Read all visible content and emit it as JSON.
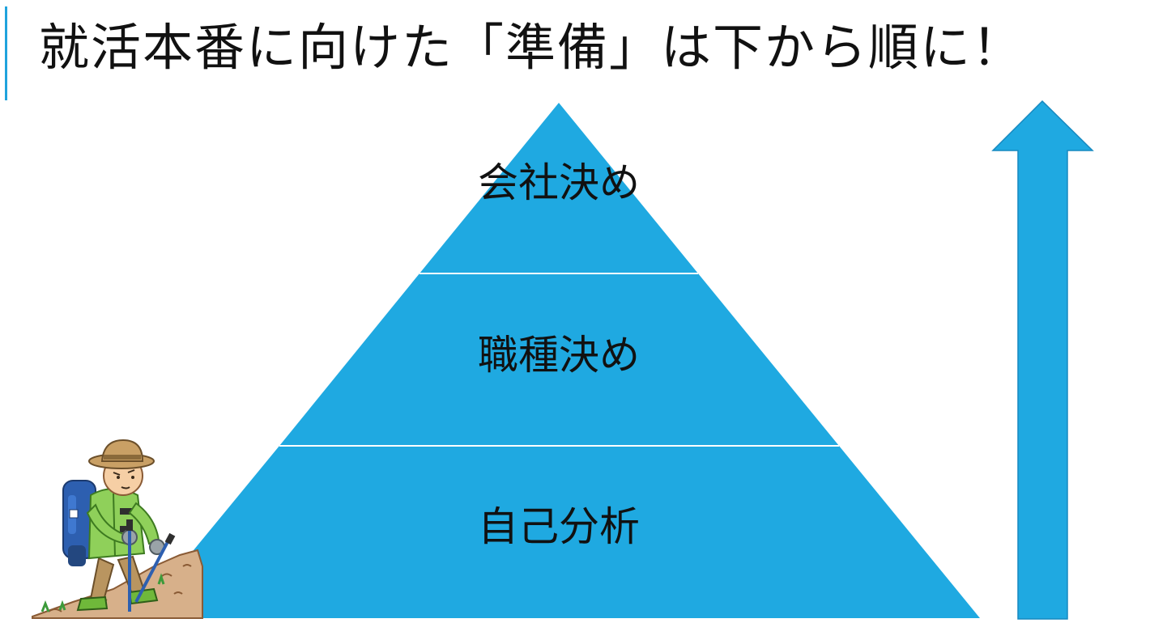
{
  "title": "就活本番に向けた「準備」は下から順に！",
  "pyramid": {
    "levels": [
      {
        "label": "会社決め"
      },
      {
        "label": "職種決め"
      },
      {
        "label": "自己分析"
      }
    ]
  },
  "colors": {
    "pyramid_fill": "#1fa9e1",
    "arrow_fill": "#1fa9e1",
    "title_accent": "#1fa3dd",
    "text": "#111111"
  },
  "icons": {
    "climber": "hiker-illustration-icon",
    "arrow": "up-arrow-icon"
  }
}
